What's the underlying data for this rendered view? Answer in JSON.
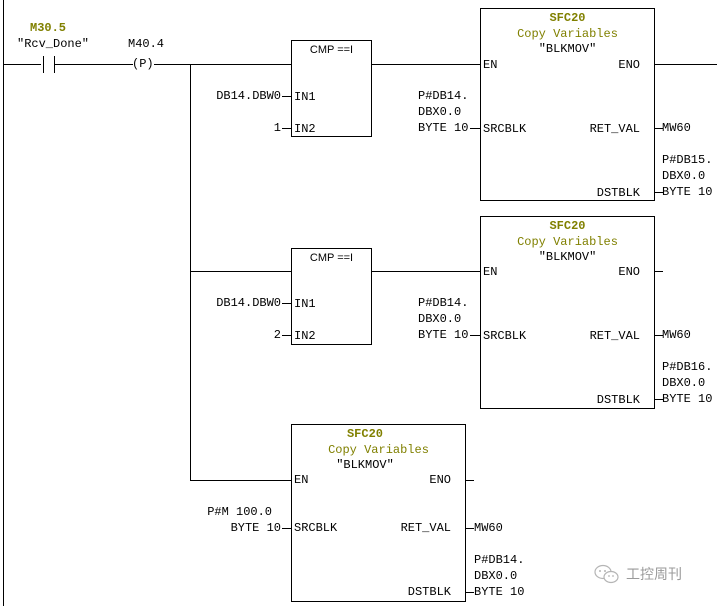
{
  "network": {
    "contact": {
      "address": "M30.5",
      "symbol": "\"Rcv_Done\""
    },
    "edge_coil": {
      "address": "M40.4",
      "label": "(P)"
    },
    "compares": [
      {
        "title": "CMP ==I",
        "in1_label": "IN1",
        "in2_label": "IN2",
        "in1_value": "DB14.DBW0",
        "in2_value": "1"
      },
      {
        "title": "CMP ==I",
        "in1_label": "IN1",
        "in2_label": "IN2",
        "in1_value": "DB14.DBW0",
        "in2_value": "2"
      }
    ],
    "blocks": [
      {
        "number": "SFC20",
        "comment": "Copy Variables",
        "symbol": "\"BLKMOV\"",
        "en": "EN",
        "eno": "ENO",
        "srcblk": "SRCBLK",
        "ret_val": "RET_VAL",
        "dstblk": "DSTBLK",
        "src_line1": "P#DB14.",
        "src_line2": "DBX0.0",
        "src_line3": "BYTE 10",
        "ret_value": "MW60",
        "dst_line1": "P#DB15.",
        "dst_line2": "DBX0.0",
        "dst_line3": "BYTE 10"
      },
      {
        "number": "SFC20",
        "comment": "Copy Variables",
        "symbol": "\"BLKMOV\"",
        "en": "EN",
        "eno": "ENO",
        "srcblk": "SRCBLK",
        "ret_val": "RET_VAL",
        "dstblk": "DSTBLK",
        "src_line1": "P#DB14.",
        "src_line2": "DBX0.0",
        "src_line3": "BYTE 10",
        "ret_value": "MW60",
        "dst_line1": "P#DB16.",
        "dst_line2": "DBX0.0",
        "dst_line3": "BYTE 10"
      },
      {
        "number": "SFC20",
        "comment": "Copy Variables",
        "symbol": "\"BLKMOV\"",
        "en": "EN",
        "eno": "ENO",
        "srcblk": "SRCBLK",
        "ret_val": "RET_VAL",
        "dstblk": "DSTBLK",
        "src_line1": "P#M 100.0",
        "src_line2": "BYTE 10",
        "ret_value": "MW60",
        "dst_line1": "P#DB14.",
        "dst_line2": "DBX0.0",
        "dst_line3": "BYTE 10"
      }
    ]
  },
  "watermark": {
    "icon": "wechat-icon",
    "text": "工控周刊"
  },
  "colors": {
    "address_highlight": "#808000",
    "block_comment": "#808000"
  }
}
